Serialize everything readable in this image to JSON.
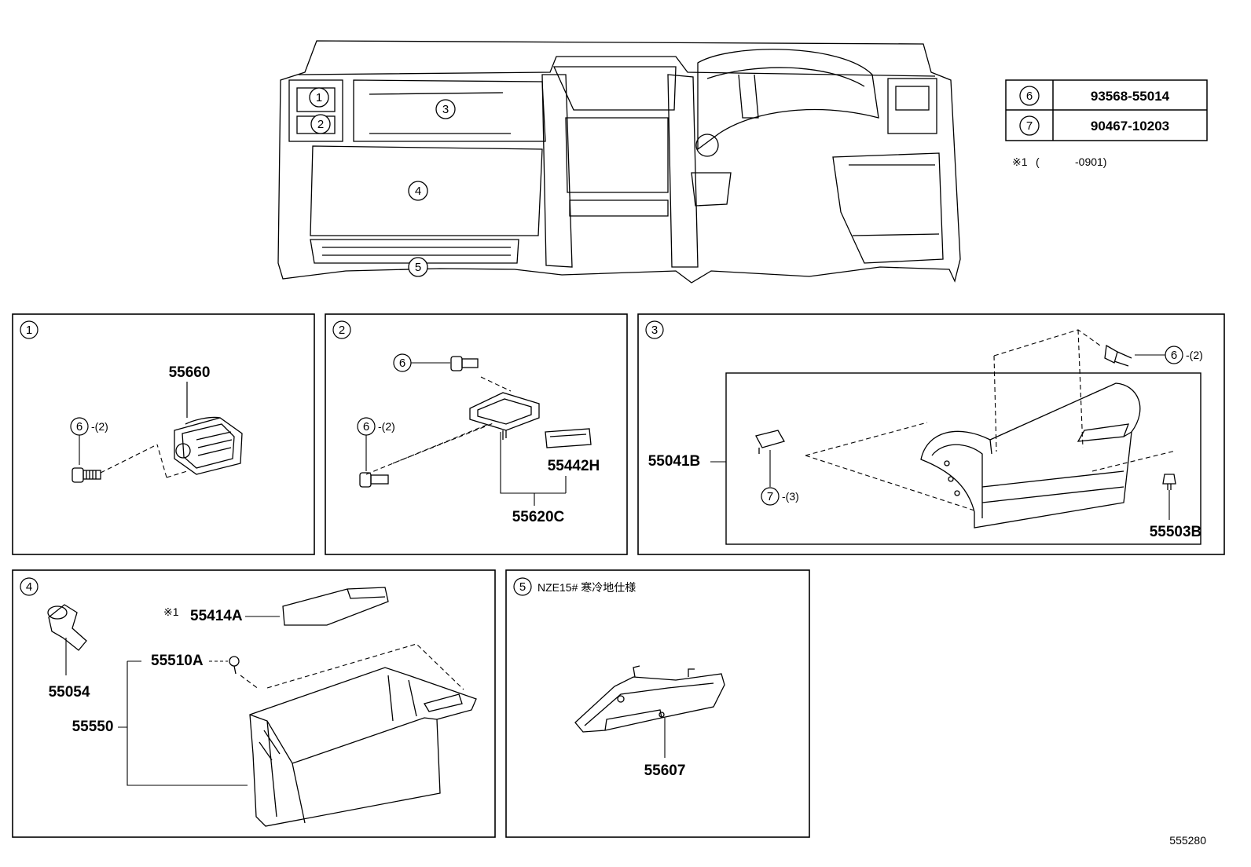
{
  "reference_table": {
    "rows": [
      {
        "ref": "6",
        "part": "93568-55014"
      },
      {
        "ref": "7",
        "part": "90467-10203"
      }
    ],
    "footnote_mark": "※1",
    "footnote_paren_open": "(",
    "footnote_range": "-0901)"
  },
  "overview": {
    "callouts": [
      "1",
      "2",
      "3",
      "4",
      "5"
    ]
  },
  "panels": {
    "p1": {
      "num": "1",
      "part": "55660",
      "ref_num": "6",
      "ref_qty": "-(2)"
    },
    "p2": {
      "num": "2",
      "ref_top": "6",
      "ref_num": "6",
      "ref_qty": "-(2)",
      "part_a": "55442H",
      "part_b": "55620C"
    },
    "p3": {
      "num": "3",
      "ref_top": "6",
      "ref_top_qty": "-(2)",
      "part_main": "55041B",
      "ref_clip": "7",
      "ref_clip_qty": "-(3)",
      "part_clip": "55503B"
    },
    "p4": {
      "num": "4",
      "mark": "※1",
      "part_lid": "55414A",
      "part_damper": "55054",
      "part_clip": "55510A",
      "part_box": "55550"
    },
    "p5": {
      "num": "5",
      "title": "NZE15# 寒冷地仕様",
      "part": "55607"
    }
  },
  "drawing_id": "555280"
}
